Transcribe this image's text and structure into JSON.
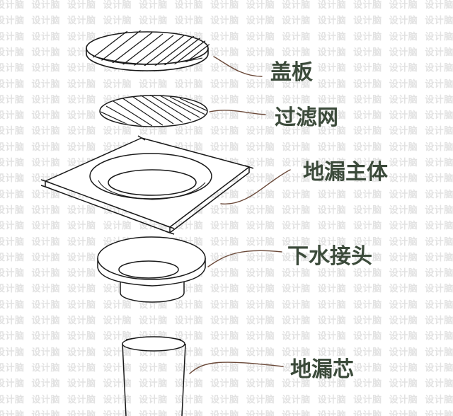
{
  "watermark": {
    "text": "设计脑"
  },
  "labels": {
    "cover_plate": "盖板",
    "filter_screen": "过滤网",
    "drain_body": "地漏主体",
    "drain_connector": "下水接头",
    "drain_core": "地漏芯"
  },
  "colors": {
    "label_text": "#3b4a3a",
    "leader_line": "#6b4a3a",
    "sketch_stroke": "#1a1a1a",
    "watermark": "#e2e2e2"
  }
}
